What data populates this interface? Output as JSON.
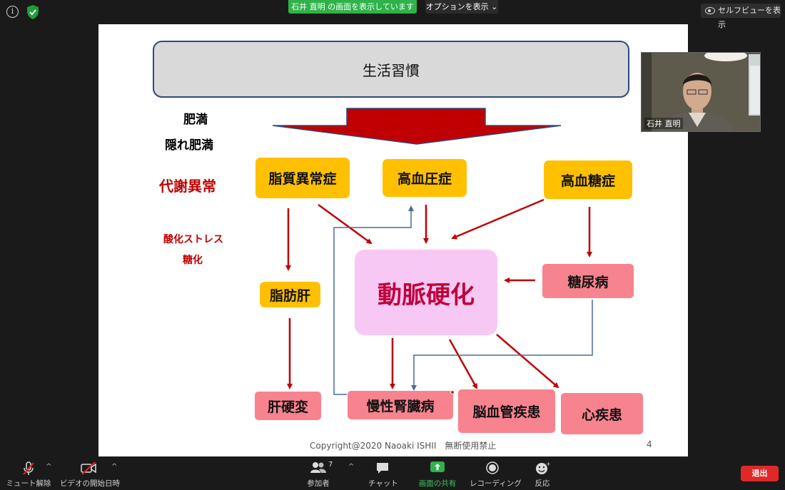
{
  "topbar": {
    "info_icon": "info-icon",
    "security_icon": "shield-icon",
    "share_banner": "石井 直明 の画面を表示しています",
    "options_label": "オプションを表示 ⌄",
    "selfview_label": "セルフビューを表示"
  },
  "slide": {
    "lifestyle": "生活習慣",
    "obesity": "肥満",
    "hidden_obesity": "隠れ肥満",
    "metabolic_abnormality": "代謝異常",
    "oxidative_stress": "酸化ストレス",
    "glycation": "糖化",
    "dyslipidemia": "脂質異常症",
    "hypertension": "高血圧症",
    "hyperglycemia": "高血糖症",
    "fatty_liver": "脂肪肝",
    "atherosclerosis": "動脈硬化",
    "diabetes": "糖尿病",
    "cirrhosis": "肝硬変",
    "ckd": "慢性腎臓病",
    "cerebrovascular": "脳血管疾患",
    "heart_disease": "心疾患",
    "copyright": "Copyright@2020 Naoaki ISHII　無断使用禁止",
    "page_number": "4"
  },
  "video": {
    "participant_name": "石井 直明"
  },
  "toolbar": {
    "mute": "ミュート解除",
    "video": "ビデオの開始日時",
    "participants": "参加者",
    "participants_count": "7",
    "chat": "チャット",
    "share": "画面の共有",
    "record": "レコーディング",
    "reactions": "反応",
    "leave": "退出"
  },
  "colors": {
    "share_green": "#30b24a",
    "leave_red": "#e02828",
    "arrow_red": "#c00000",
    "box_yellow": "#ffc000",
    "box_pink": "#f7838f",
    "athero_pink": "#f8c8f5",
    "athero_text": "#c0003c",
    "connector_blue": "#4a6a9a"
  }
}
